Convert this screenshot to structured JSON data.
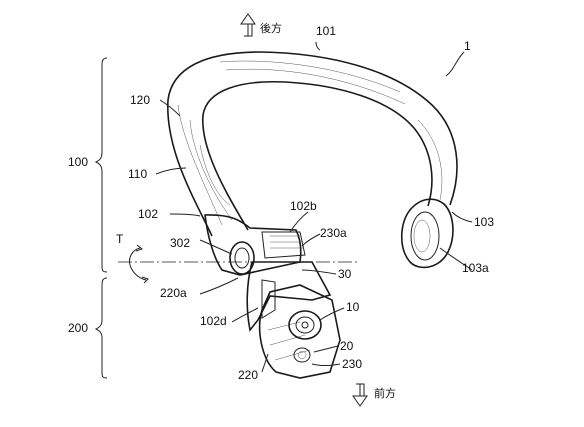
{
  "directions": {
    "rear": "後方",
    "front": "前方"
  },
  "labels": {
    "device": "1",
    "band": "101",
    "band_outer": "120",
    "band_inner": "110",
    "left_end": "102",
    "right_end": "103",
    "right_tip": "103a",
    "upper_part": "102b",
    "hinge": "302",
    "hinge_side": "230a",
    "hinge_bottom": "220a",
    "joint": "30",
    "arm_side": "102d",
    "camera": "10",
    "camera_body": "20",
    "housing": "230",
    "housing_side": "220",
    "rotation": "T"
  },
  "groups": {
    "upper": "100",
    "lower": "200"
  }
}
